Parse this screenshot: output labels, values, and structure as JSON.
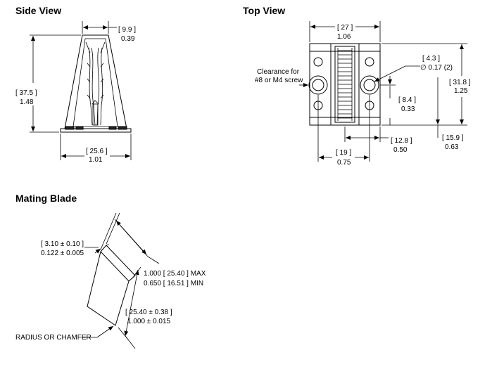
{
  "side_view": {
    "title": "Side View",
    "top_width": {
      "mm": "[ 9.9 ]",
      "in": "0.39"
    },
    "height": {
      "mm": "[ 37.5 ]",
      "in": "1.48"
    },
    "base_width": {
      "mm": "[ 25.6 ]",
      "in": "1.01"
    }
  },
  "top_view": {
    "title": "Top View",
    "width": {
      "mm": "[ 27 ]",
      "in": "1.06"
    },
    "hole": {
      "mm": "[ 4.3 ]",
      "in": "∅ 0.17  (2)"
    },
    "clearance_line1": "Clearance for",
    "clearance_line2": "#8 or M4 screw",
    "height": {
      "mm": "[ 31.8 ]",
      "in": "1.25"
    },
    "offset_y": {
      "mm": "[ 8.4 ]",
      "in": "0.33"
    },
    "offset_x": {
      "mm": "[ 12.8 ]",
      "in": "0.50"
    },
    "bottom_offset": {
      "mm": "[ 15.9 ]",
      "in": "0.63"
    },
    "hole_spacing": {
      "mm": "[ 19 ]",
      "in": "0.75"
    }
  },
  "mating_blade": {
    "title": "Mating Blade",
    "thickness": {
      "mm": "[ 3.10  ±  0.10 ]",
      "in": "0.122  ±  0.005"
    },
    "length_max": "1.000 [ 25.40 ] MAX",
    "length_min": "0.650 [ 16.51 ] MIN",
    "width": {
      "mm": "[ 25.40 ± 0.38 ]",
      "in": "1.000 ± 0.015"
    },
    "radius_label": "RADIUS OR CHAMFER"
  }
}
